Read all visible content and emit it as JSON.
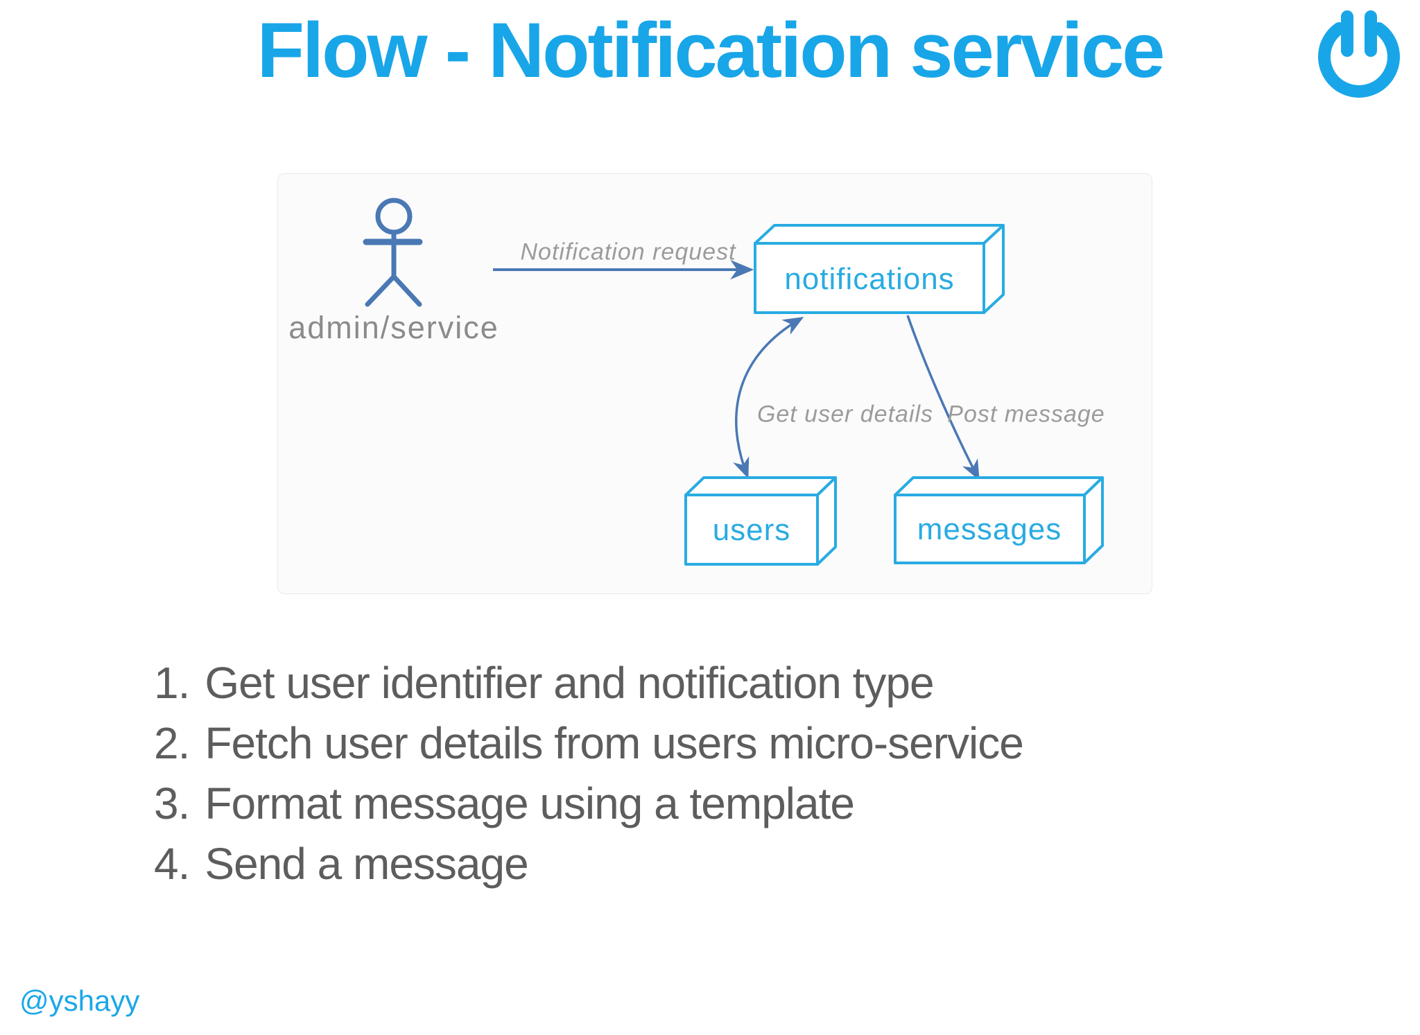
{
  "slide": {
    "title": "Flow - Notification service",
    "footer": "@yshayy"
  },
  "diagram": {
    "actor_label": "admin/service",
    "nodes": {
      "notifications": "notifications",
      "users": "users",
      "messages": "messages"
    },
    "edges": {
      "notification_request": "Notification request",
      "get_user_details": "Get user details",
      "post_message": "Post message"
    }
  },
  "steps": {
    "items": [
      {
        "num": "1.",
        "text": "Get user identifier and notification type"
      },
      {
        "num": "2.",
        "text": "Fetch user details from users micro-service"
      },
      {
        "num": "3.",
        "text": "Format message using a template"
      },
      {
        "num": "4.",
        "text": "Send a message"
      }
    ]
  },
  "icons": {
    "logo": "power-icon"
  },
  "colors": {
    "accent_blue": "#18a6e8",
    "diagram_cyan": "#29abe2",
    "arrow_steel_blue": "#4a78b4",
    "edge_label_gray": "#9b9b9b",
    "actor_label_gray": "#8b8b8b",
    "body_text_gray": "#5d5d5d",
    "panel_background": "#fbfbfc"
  }
}
